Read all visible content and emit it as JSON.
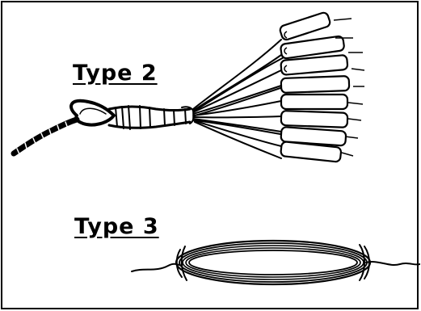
{
  "labels": {
    "type2": "Type 2",
    "type3": "Type 3"
  },
  "illustrations": {
    "type2_icon": "unravelled-rope-end-with-loop",
    "type3_icon": "coiled-rope-ring"
  },
  "colors": {
    "ink": "#000000",
    "paper": "#ffffff"
  }
}
